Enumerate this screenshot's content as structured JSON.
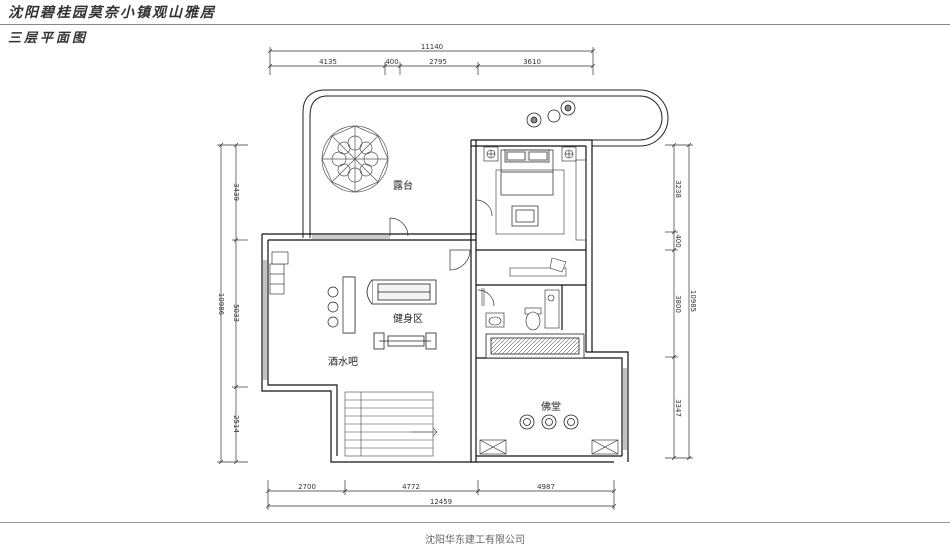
{
  "header": {
    "title": "沈阳碧桂园莫奈小镇观山雅居",
    "subtitle": "三层平面图"
  },
  "footer": {
    "company": "沈阳华东建工有限公司"
  },
  "dimensions": {
    "top_total": "11140",
    "top_segments": [
      "4135",
      "400",
      "2795",
      "3610"
    ],
    "bottom_total": "12459",
    "bottom_segments": [
      "2700",
      "4772",
      "4987"
    ],
    "left_total": "10986",
    "left_segments": [
      "3439",
      "5033",
      "2514"
    ],
    "right_total": "10985",
    "right_segments": [
      "3238",
      "400",
      "3800",
      "3347"
    ]
  },
  "rooms": {
    "terrace": "露台",
    "fitness": "健身区",
    "bar": "酒水吧",
    "buddha_hall": "佛堂"
  }
}
